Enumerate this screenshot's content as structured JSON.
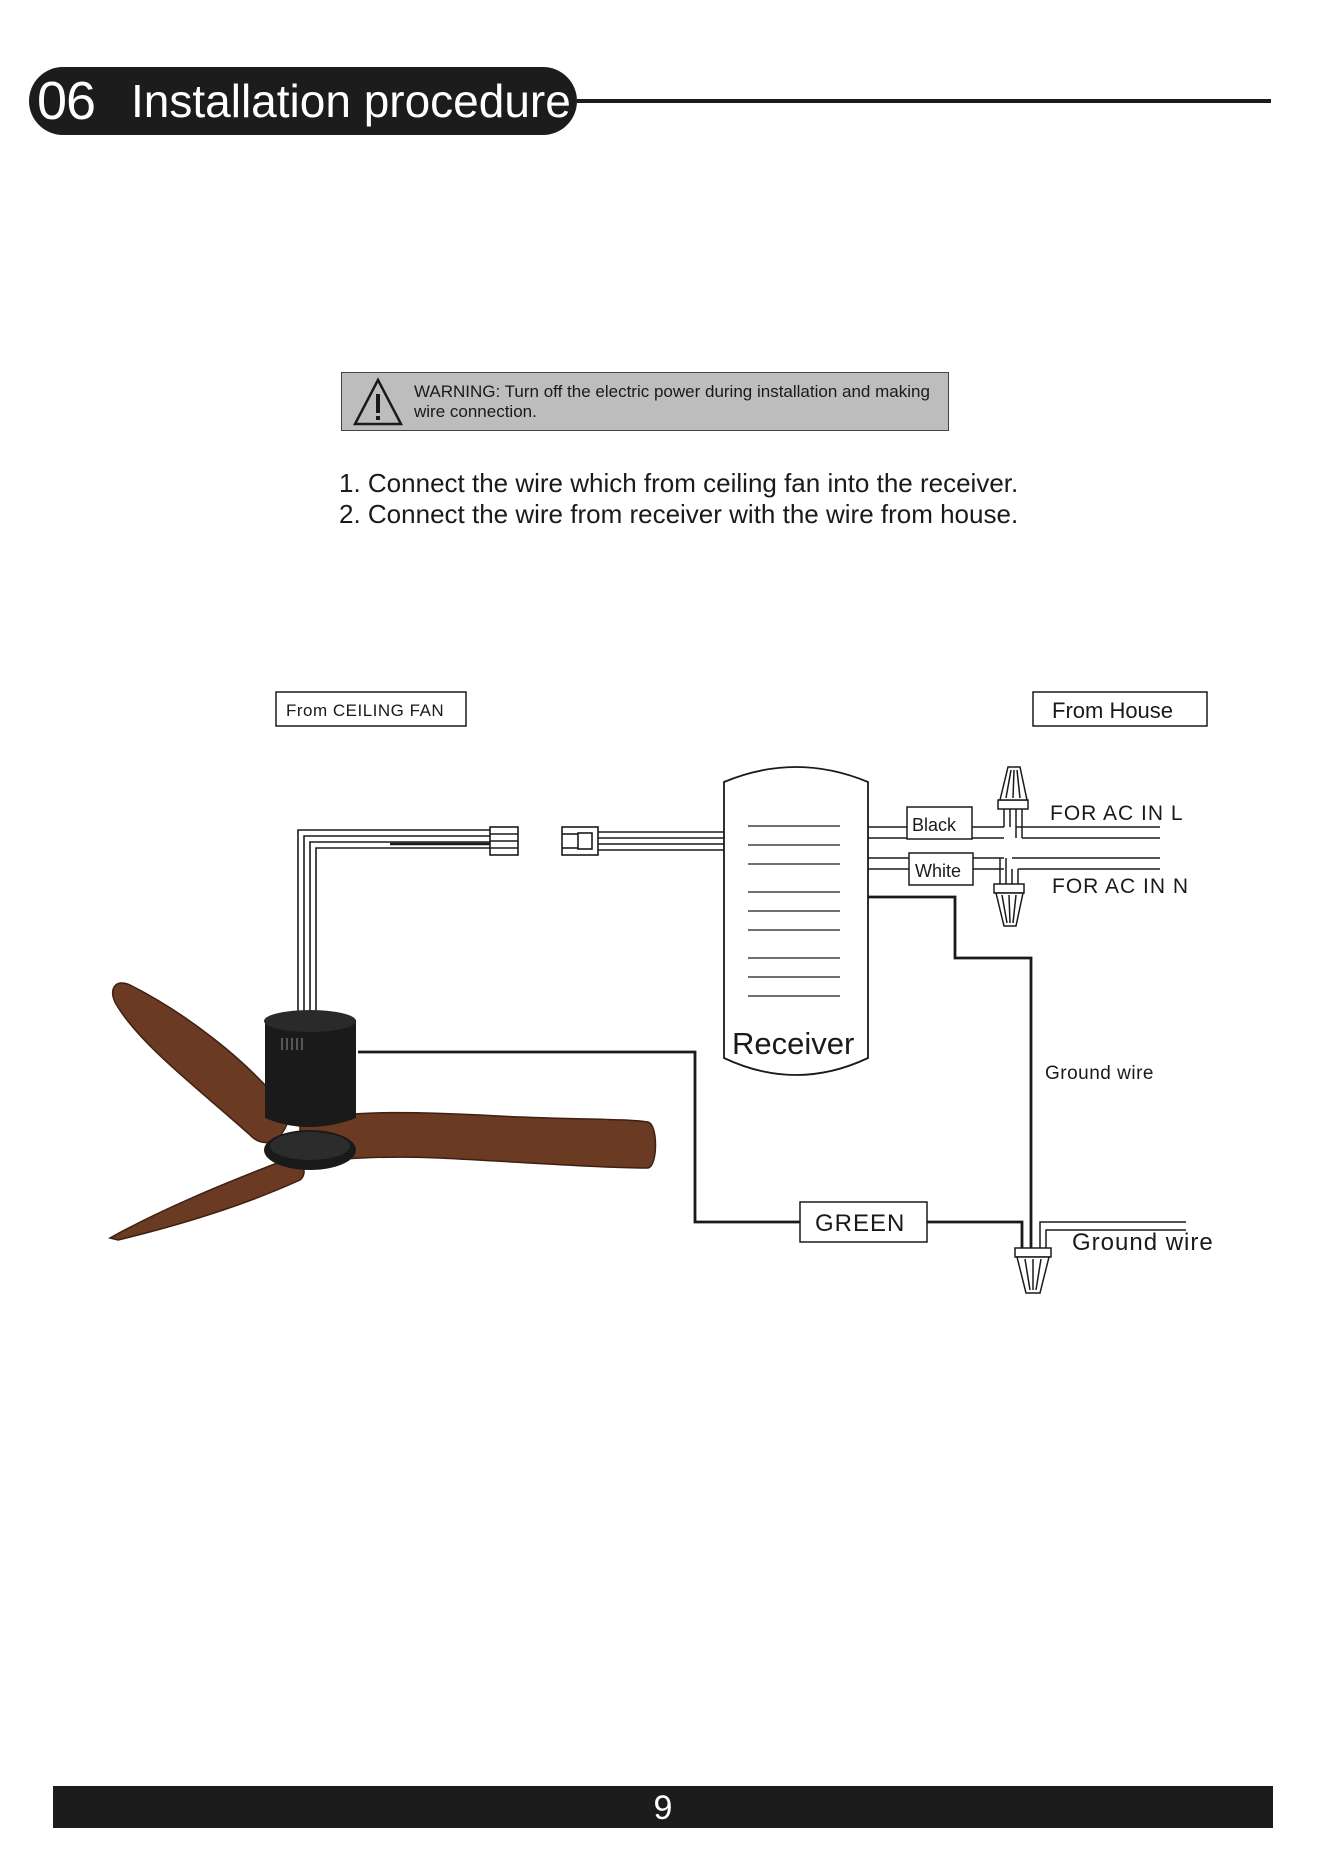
{
  "header": {
    "number": "06",
    "title": "Installation procedure"
  },
  "warning": {
    "icon": "warning-triangle-icon",
    "text": "WARNING: Turn off the electric power during installation and making wire connection."
  },
  "steps": [
    "1. Connect the wire which from ceiling fan  into the receiver.",
    "2. Connect the wire from receiver with the wire from house."
  ],
  "diagram": {
    "from_ceiling_fan": "From CEILING FAN",
    "from_house": "From House",
    "receiver": "Receiver",
    "black": "Black",
    "white": "White",
    "for_ac_in_l": "FOR AC IN L",
    "for_ac_in_n": "FOR AC IN N",
    "ground_wire_upper": "Ground wire",
    "green": "GREEN",
    "ground_wire_lower": "Ground wire",
    "fan_blade_color": "#6b3a22",
    "motor_color": "#1a1a1a"
  },
  "footer": {
    "page_number": "9"
  }
}
